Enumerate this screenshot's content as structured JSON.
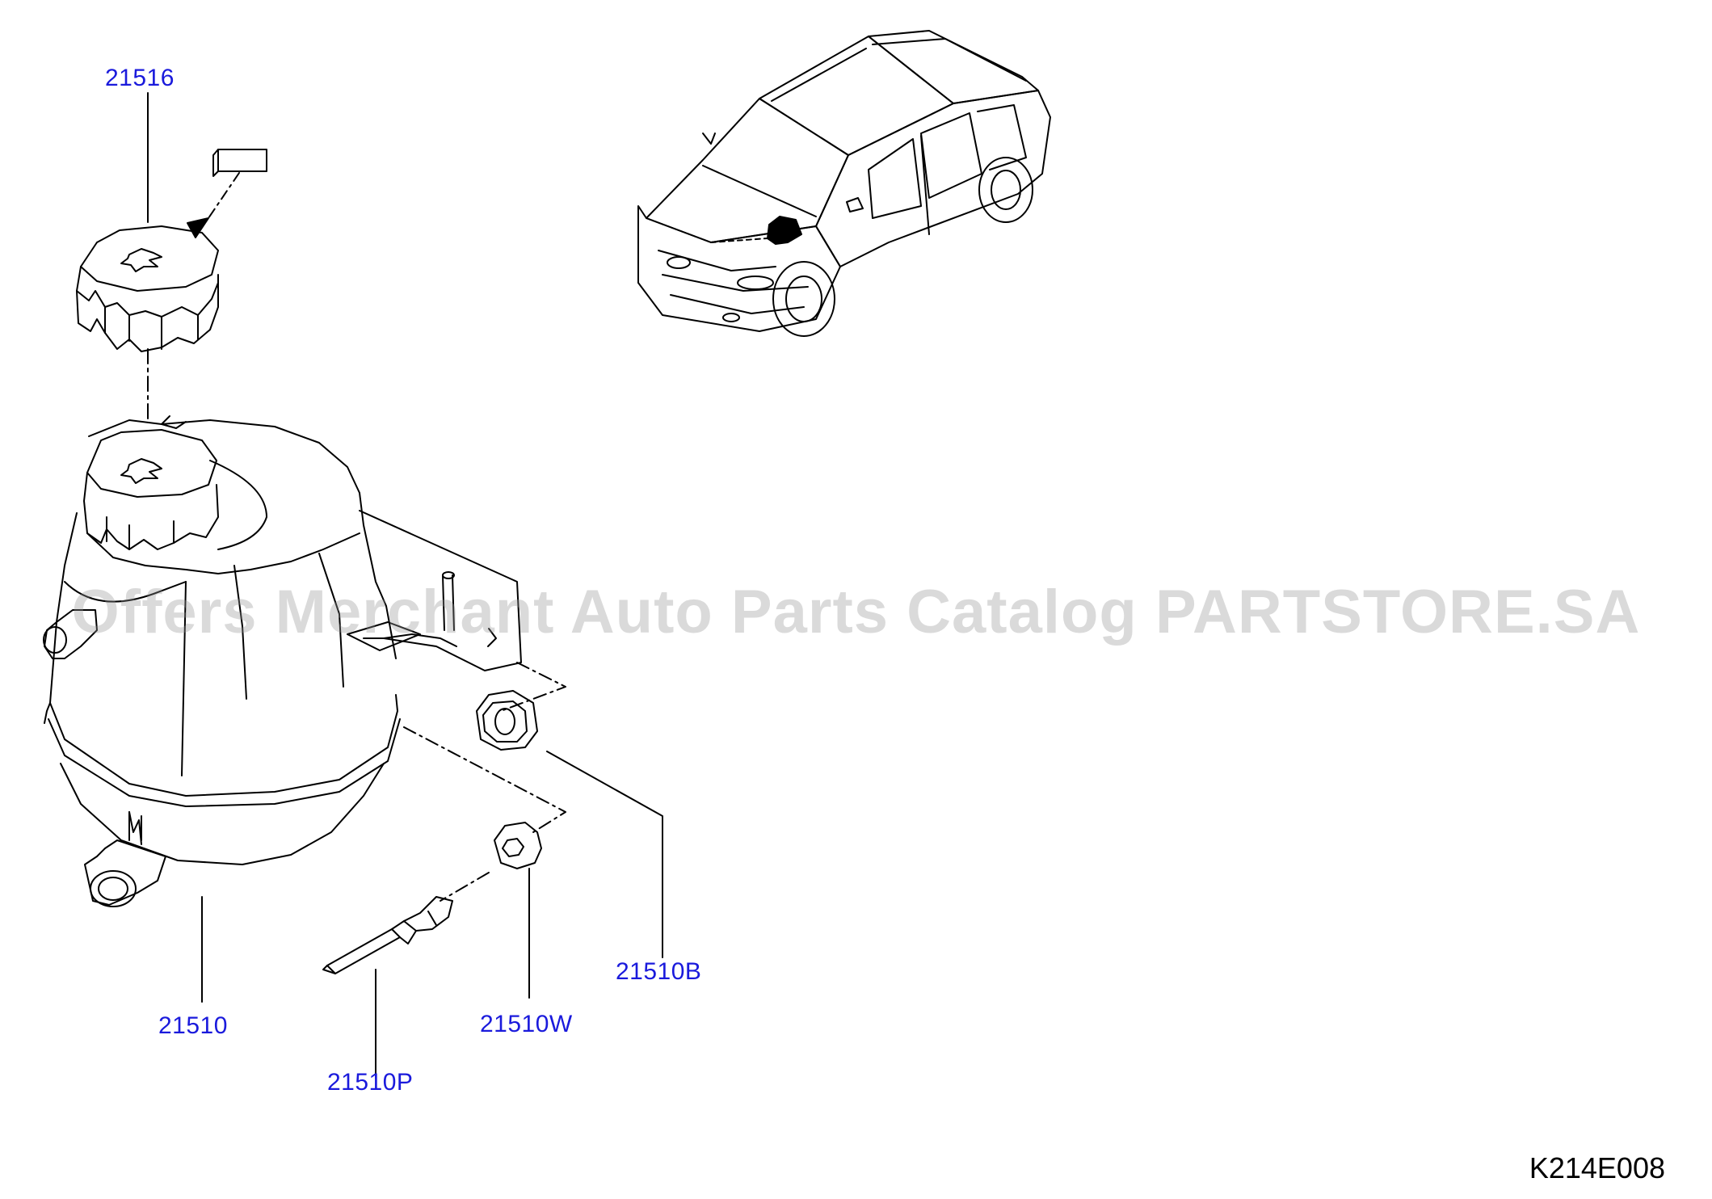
{
  "labels": {
    "cap": "21516",
    "tank": "21510",
    "nut": "21510B",
    "washer": "21510W",
    "pin": "21510P"
  },
  "watermark": "Offers Merchant Auto Parts Catalog PARTSTORE.SA",
  "diagram_code": "K214E008",
  "colors": {
    "label": "#1a1adc",
    "line": "#000000",
    "watermark": "#969696"
  }
}
